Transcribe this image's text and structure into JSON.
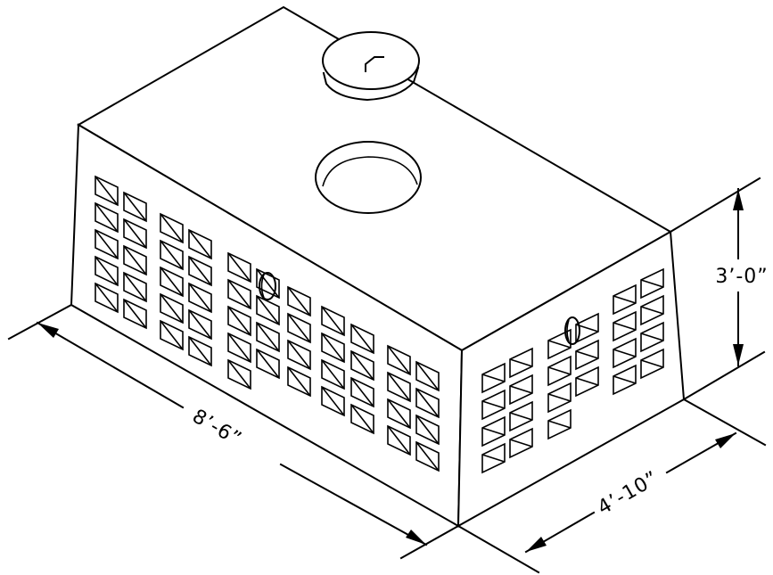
{
  "drawing": {
    "line_color": "#000000",
    "background": "#ffffff",
    "dimensions": {
      "length": "8’-6”",
      "width": "4’-10”",
      "height": "3’-0”"
    }
  }
}
